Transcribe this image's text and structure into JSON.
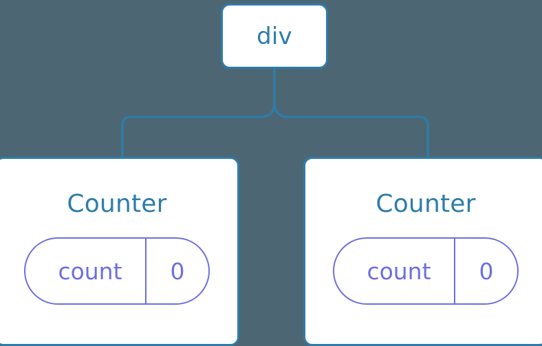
{
  "canvas": {
    "background_color": "#4c6773",
    "node_border_color": "#2e7cab",
    "node_text_color": "#2e7cab",
    "node_fill_color": "#ffffff",
    "state_accent_color": "#6c6fe0",
    "connector_color": "#2e7cab"
  },
  "tree": {
    "root": {
      "label": "div"
    },
    "children": [
      {
        "title": "Counter",
        "state": {
          "key": "count",
          "value": "0"
        }
      },
      {
        "title": "Counter",
        "state": {
          "key": "count",
          "value": "0"
        }
      }
    ]
  }
}
